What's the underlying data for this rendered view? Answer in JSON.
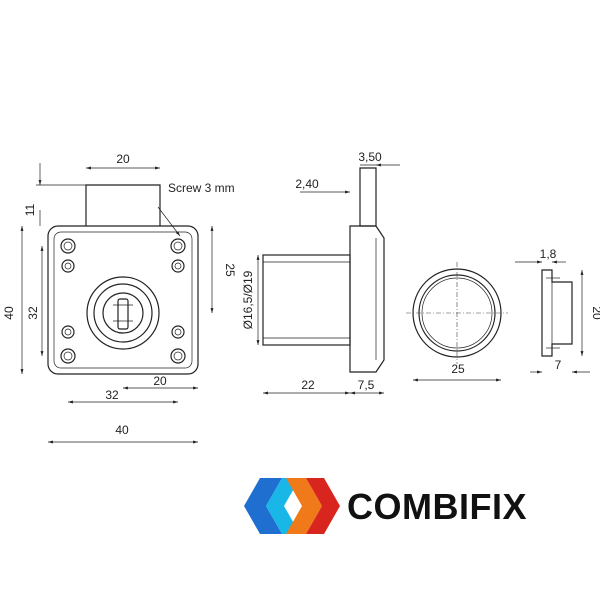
{
  "drawing": {
    "front_view": {
      "dims": {
        "top_width": "20",
        "screw_note": "Screw 3 mm",
        "top_height": "11",
        "overall_height": "40",
        "hole_vertical": "32",
        "right_height": "25",
        "hole_horizontal": "32",
        "right_offset": "20",
        "overall_width": "40"
      }
    },
    "side_view": {
      "dims": {
        "plate_thickness": "3,50",
        "flange_offset": "2,40",
        "cylinder_diameter": "Ø16,5/Ø19",
        "cylinder_length": "22",
        "body_depth": "7,5"
      }
    },
    "rosette_front": {
      "dims": {
        "diameter": "25"
      }
    },
    "rosette_side": {
      "dims": {
        "lip": "1,8",
        "height": "20",
        "depth": "7"
      }
    }
  },
  "brand": {
    "name": "COMBIFIX",
    "colors": {
      "blue": "#1e6fd0",
      "orange": "#f07a1a",
      "red": "#d8261e",
      "cyan": "#19b6e8"
    }
  }
}
